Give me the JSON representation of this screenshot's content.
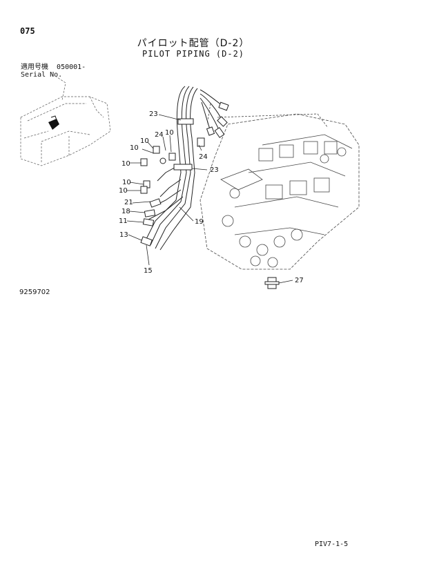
{
  "header": {
    "page_number": "075",
    "title_jp": "パイロット配管（D-2）",
    "title_en": "PILOT PIPING (D-2)"
  },
  "serial": {
    "label_jp": "適用号機",
    "value": "050001-",
    "label_en": "Serial No."
  },
  "drawing_number": "9259702",
  "footer_code": "PIV7-1-5",
  "callouts": [
    {
      "id": "c23a",
      "label": "23"
    },
    {
      "id": "c24a",
      "label": "24"
    },
    {
      "id": "c10a",
      "label": "10"
    },
    {
      "id": "c10b",
      "label": "10"
    },
    {
      "id": "c10c",
      "label": "10"
    },
    {
      "id": "c10d",
      "label": "10"
    },
    {
      "id": "c24b",
      "label": "24"
    },
    {
      "id": "c23b",
      "label": "23"
    },
    {
      "id": "c10e",
      "label": "10"
    },
    {
      "id": "c10f",
      "label": "10"
    },
    {
      "id": "c21",
      "label": "21"
    },
    {
      "id": "c18",
      "label": "18"
    },
    {
      "id": "c11",
      "label": "11"
    },
    {
      "id": "c19",
      "label": "19"
    },
    {
      "id": "c13",
      "label": "13"
    },
    {
      "id": "c15",
      "label": "15"
    },
    {
      "id": "c27",
      "label": "27"
    }
  ]
}
